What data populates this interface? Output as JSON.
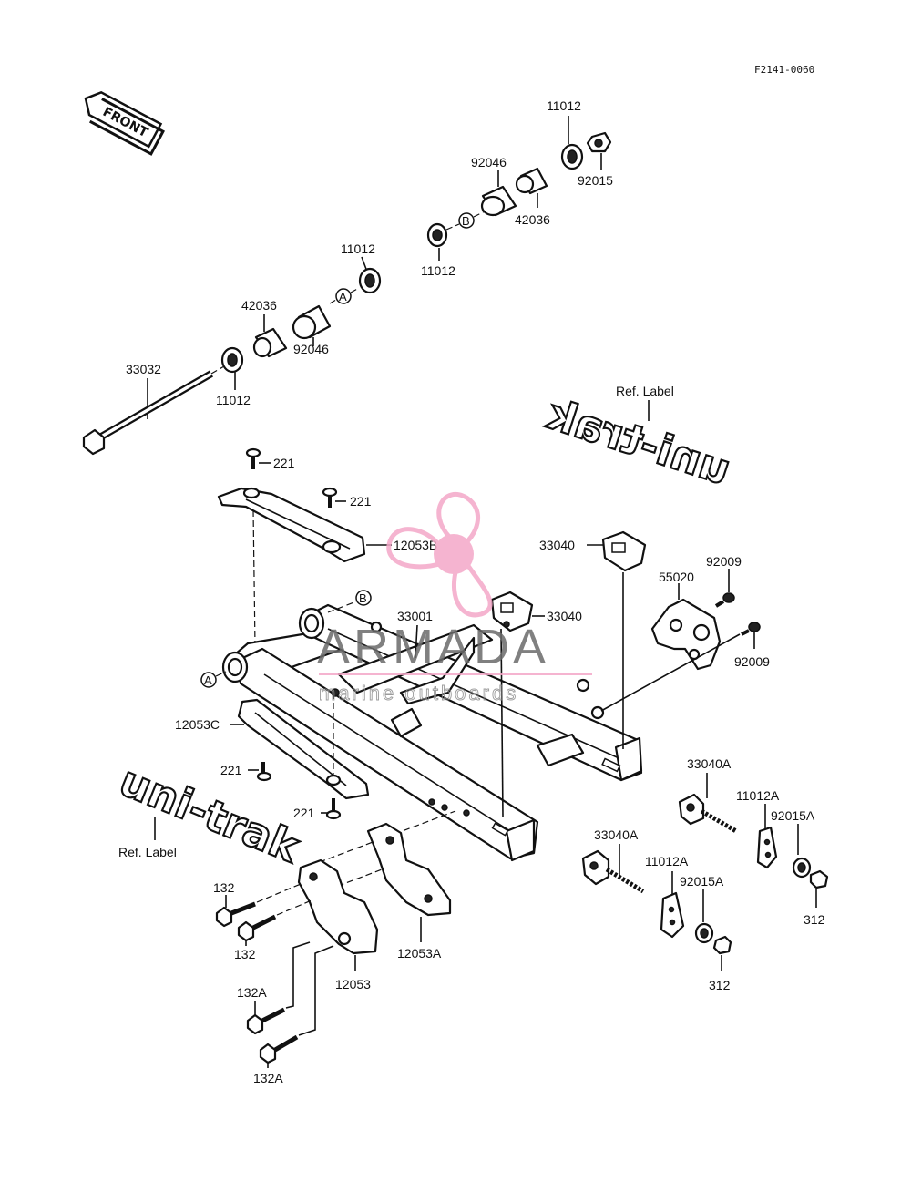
{
  "code": "F2141-0060",
  "front_label": "FRONT",
  "ref_marks": [
    "A",
    "B"
  ],
  "logo_text": "uni-trak",
  "watermark": {
    "title": "ARMADA",
    "subtitle": "marine outboards",
    "colors": {
      "propeller": "#f4a8c8",
      "text": "#6b6b6b"
    }
  },
  "labels": {
    "p11012_a": "11012",
    "p92015": "92015",
    "p92046_a": "92046",
    "p42036_a": "42036",
    "p11012_b": "11012",
    "p11012_c": "11012",
    "p42036_b": "42036",
    "p92046_b": "92046",
    "p33032": "33032",
    "p11012_d": "11012",
    "ref_label_a": "Ref. Label",
    "p221_a": "221",
    "p221_b": "221",
    "p12053b": "12053B",
    "p33040_a": "33040",
    "p92009_a": "92009",
    "p55020": "55020",
    "p33001": "33001",
    "p33040_b": "33040",
    "p92009_b": "92009",
    "p12053c": "12053C",
    "p221_c": "221",
    "p221_d": "221",
    "ref_label_b": "Ref. Label",
    "p33040a_a": "33040A",
    "p11012a_a": "11012A",
    "p92015a_a": "92015A",
    "p33040a_b": "33040A",
    "p11012a_b": "11012A",
    "p92015a_b": "92015A",
    "p312_a": "312",
    "p312_b": "312",
    "p132_a": "132",
    "p132_b": "132",
    "p12053a": "12053A",
    "p12053": "12053",
    "p132a_a": "132A",
    "p132a_b": "132A"
  }
}
